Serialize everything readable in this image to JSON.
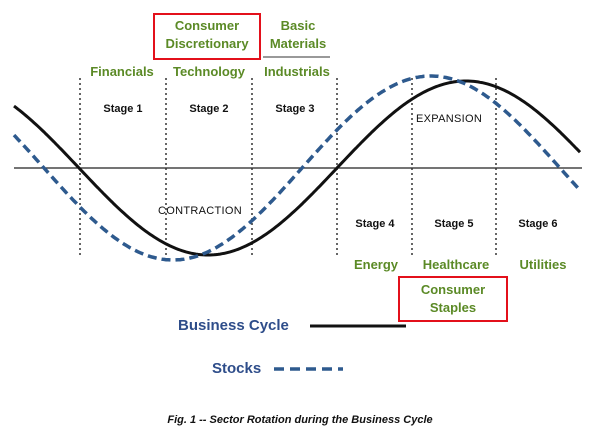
{
  "colors": {
    "business_cycle": "#111111",
    "stocks": "#2e5a8e",
    "sector_text": "#5b8a26",
    "highlight_box": "#e3101b",
    "legend_text": "#2e4d8a"
  },
  "top_sectors": {
    "financials": "Financials",
    "technology": "Technology",
    "industrials": "Industrials",
    "consumer_discretionary_line1": "Consumer",
    "consumer_discretionary_line2": "Discretionary",
    "basic_materials_line1": "Basic",
    "basic_materials_line2": "Materials"
  },
  "bottom_sectors": {
    "energy": "Energy",
    "healthcare": "Healthcare",
    "utilities": "Utilities",
    "consumer_staples_line1": "Consumer",
    "consumer_staples_line2": "Staples"
  },
  "stages": [
    "Stage 1",
    "Stage 2",
    "Stage 3",
    "Stage 4",
    "Stage 5",
    "Stage 6"
  ],
  "phases": {
    "expansion": "EXPANSION",
    "contraction": "CONTRACTION"
  },
  "legend": {
    "business_cycle": "Business Cycle",
    "stocks": "Stocks"
  },
  "caption": "Fig. 1 -- Sector Rotation during the Business Cycle"
}
